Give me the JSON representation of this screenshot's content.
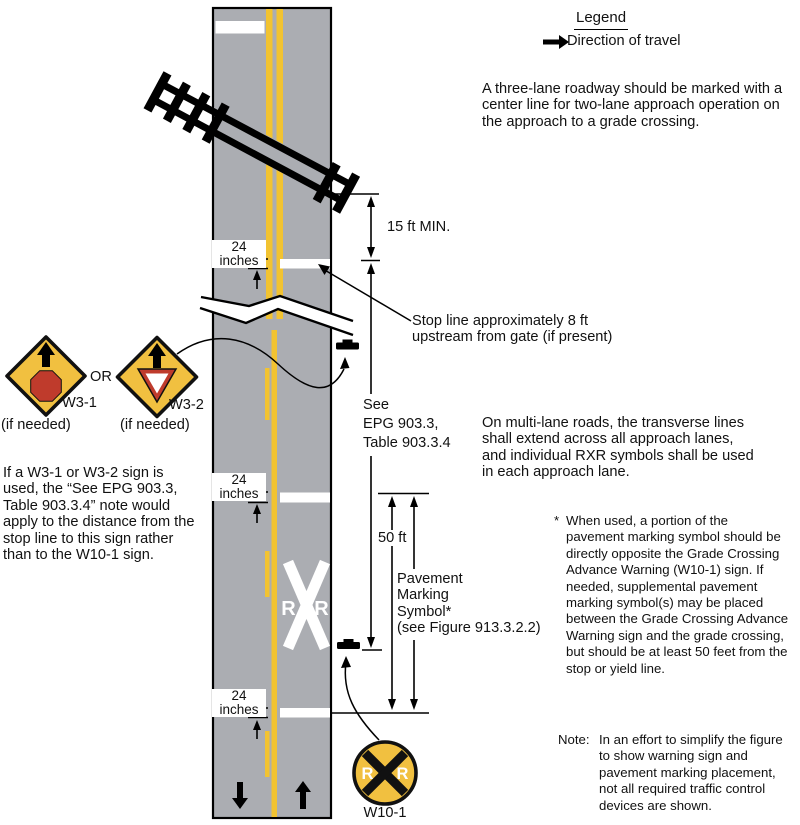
{
  "figure": {
    "legend": {
      "title": "Legend",
      "direction_label": "Direction of travel"
    },
    "annotations": {
      "three_lane_note": "A three-lane roadway should be marked with a\ncenter line for two-lane approach operation on\nthe approach to a grade crossing.",
      "multi_lane_note": "On multi-lane roads, the transverse lines\nshall extend across all approach lanes,\nand individual RXR symbols shall be used\nin each approach lane.",
      "w3_sign_note": "If a W3-1 or W3-2 sign is\nused, the “See EPG 903.3,\nTable 903.3.4” note would\napply to the distance from the\nstop line to this sign rather\nthan to the W10-1 sign.",
      "stop_line_note": "Stop line approximately 8 ft\nupstream from gate (if present)",
      "see_epg_note": "See\nEPG 903.3,\nTable 903.3.4",
      "pavement_marking_label": "Pavement\nMarking\nSymbol*\n(see Figure 913.3.2.2)",
      "asterisk_marker": "*",
      "asterisk_note": "When used, a portion of the\npavement marking symbol should be\ndirectly opposite the Grade Crossing\nAdvance Warning (W10-1) sign. If\nneeded, supplemental pavement\nmarking symbol(s) may be placed\nbetween the Grade Crossing Advance\nWarning sign and the grade crossing,\nbut should be at least 50 feet from the\nstop or yield line.",
      "note_marker": "Note:",
      "simplify_note": "In an effort to simplify the figure\nto show warning sign and\npavement marking placement,\nnot all required traffic control\ndevices are shown."
    },
    "dimensions": {
      "min_15ft": "15 ft MIN.",
      "in_24": "24\ninches",
      "ft_50": "50 ft"
    },
    "signs": {
      "w3_1": {
        "id": "W3-1",
        "caption": "(if needed)"
      },
      "or_label": "OR",
      "w3_2": {
        "id": "W3-2",
        "caption": "(if needed)"
      },
      "w10_1": {
        "id": "W10-1",
        "letter": "R"
      }
    },
    "road": {
      "rxr_letter": "R"
    },
    "colors": {
      "road_gray": "#abadb2",
      "marking_yellow": "#f2c331",
      "sign_yellow": "#f1c040",
      "sign_red": "#bf3b2c"
    }
  }
}
